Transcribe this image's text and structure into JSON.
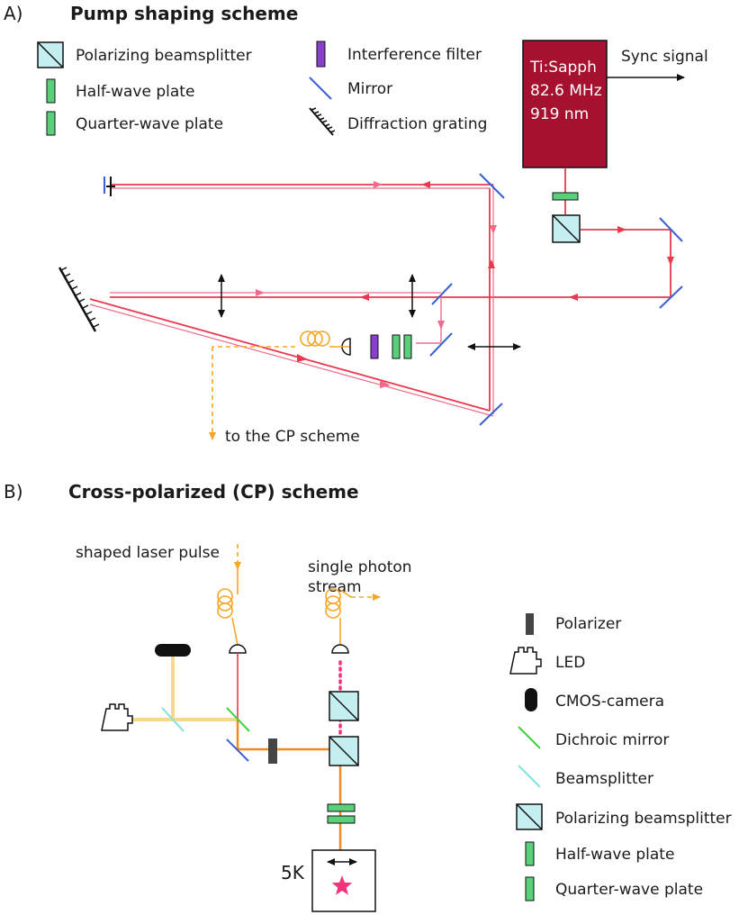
{
  "section_a": {
    "letter": "A)",
    "title": "Pump shaping scheme",
    "legend": [
      {
        "icon": "polarizing-beamsplitter-icon",
        "label": "Polarizing beamsplitter"
      },
      {
        "icon": "half-wave-plate-icon",
        "label": "Half-wave plate"
      },
      {
        "icon": "quarter-wave-plate-icon",
        "label": "Quarter-wave plate"
      },
      {
        "icon": "interference-filter-icon",
        "label": "Interference filter"
      },
      {
        "icon": "mirror-icon",
        "label": "Mirror"
      },
      {
        "icon": "diffraction-grating-icon",
        "label": "Diffraction grating"
      }
    ],
    "laser": {
      "lines": [
        "Ti:Sapph",
        "82.6 MHz",
        "919 nm"
      ]
    },
    "sync_label": "Sync signal",
    "to_cp_label": "to the CP scheme"
  },
  "section_b": {
    "letter": "B)",
    "title": "Cross-polarized (CP) scheme",
    "shaped_pulse_label": "shaped laser pulse",
    "single_photon_label_1": "single photon",
    "single_photon_label_2": "stream",
    "cryostat_label": "5K",
    "legend": [
      {
        "icon": "polarizer-icon",
        "label": "Polarizer"
      },
      {
        "icon": "led-icon",
        "label": "LED"
      },
      {
        "icon": "cmos-camera-icon",
        "label": "CMOS-camera"
      },
      {
        "icon": "dichroic-mirror-icon",
        "label": "Dichroic mirror"
      },
      {
        "icon": "beamsplitter-icon",
        "label": "Beamsplitter"
      },
      {
        "icon": "polarizing-beamsplitter-icon",
        "label": "Polarizing beamsplitter"
      },
      {
        "icon": "half-wave-plate-icon",
        "label": "Half-wave plate"
      },
      {
        "icon": "quarter-wave-plate-icon",
        "label": "Quarter-wave plate"
      }
    ]
  },
  "colors": {
    "beam_red": "#e8394f",
    "beam_pink": "#f06b8a",
    "fiber_orange": "#f5a623",
    "beam_orange": "#f08a24",
    "led_light": "#f7d98b",
    "laser_box": "#a6112f",
    "mirror_blue": "#3a5fd0",
    "wave_plate_green": "#5ad07a",
    "filter_purple": "#8a3fd1",
    "pbs_fill": "#c4eef0",
    "dichroic_green": "#3fd23f",
    "beamsplitter_cyan": "#7fe0e6",
    "polarizer_gray": "#454545",
    "dot_pink": "#f2337a"
  }
}
